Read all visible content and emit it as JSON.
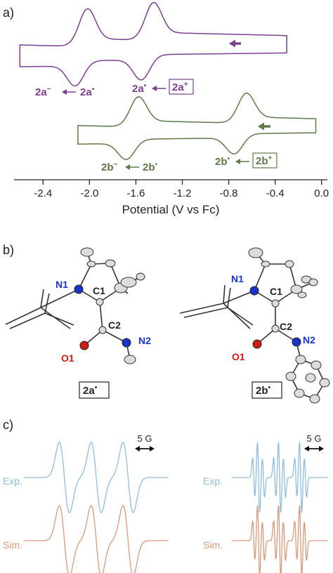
{
  "colors": {
    "purple": "#7b3f8f",
    "green": "#5d7a48",
    "exp_blue": "#8fbcdc",
    "sim_orange": "#d9987a",
    "atom_blue": "#1a33c9",
    "atom_red": "#d01a1a",
    "axis": "#222222"
  },
  "panel_a": {
    "label": "a)",
    "chart_data": {
      "type": "line",
      "title": "",
      "xlabel": "Potential (V vs Fc)",
      "ylabel": "",
      "xlim": [
        -2.65,
        0.05
      ],
      "xticks": [
        -2.4,
        -2.0,
        -1.6,
        -1.2,
        -0.8,
        -0.4,
        0.0
      ],
      "tick_labels": [
        "-2.4",
        "-2.0",
        "-1.6",
        "-1.2",
        "-0.8",
        "-0.4",
        "0.0"
      ],
      "grid": false,
      "series": [
        {
          "key": "2a",
          "color": "#7b3f8f",
          "x_range": [
            -2.6,
            -0.3
          ],
          "redox_couples": [
            -2.07,
            -1.5
          ],
          "annotations": {
            "left_from": "2a",
            "left_from_sup": "−",
            "left_to": "2a",
            "left_to_sup": "•",
            "right_from": "2a",
            "right_from_sup": "•",
            "right_to": "2a",
            "right_to_sup": "+"
          }
        },
        {
          "key": "2b",
          "color": "#5d7a48",
          "x_range": [
            -2.1,
            -0.05
          ],
          "redox_couples": [
            -1.63,
            -0.7
          ],
          "annotations": {
            "left_from": "2b",
            "left_from_sup": "−",
            "left_to": "2b",
            "left_to_sup": "•",
            "right_from": "2b",
            "right_from_sup": "•",
            "right_to": "2b",
            "right_to_sup": "+"
          }
        }
      ]
    }
  },
  "panel_b": {
    "label": "b)",
    "structures": [
      {
        "compound": "2a",
        "compound_sup": "•",
        "atoms": {
          "n1": "N1",
          "c1": "C1",
          "c2": "C2",
          "n2": "N2",
          "o1": "O1"
        }
      },
      {
        "compound": "2b",
        "compound_sup": "•",
        "atoms": {
          "n1": "N1",
          "c1": "C1",
          "c2": "C2",
          "n2": "N2",
          "o1": "O1"
        }
      }
    ]
  },
  "panel_c": {
    "label": "c)",
    "scale_label": "5 G",
    "exp_label": "Exp.",
    "sim_label": "Sim."
  }
}
